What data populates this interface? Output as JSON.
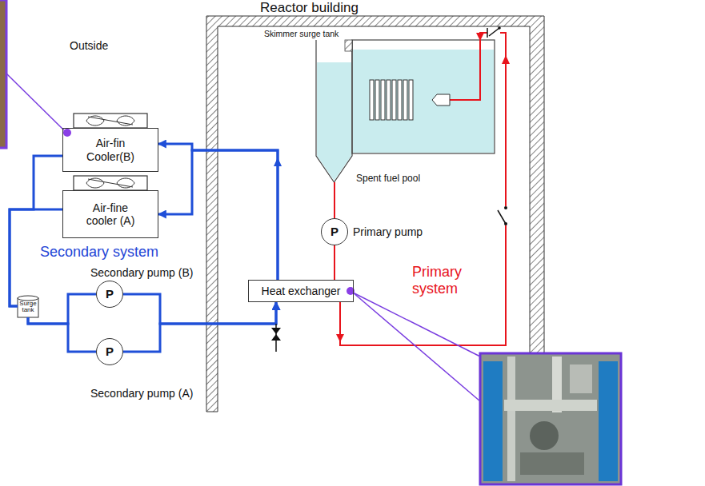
{
  "diagram": {
    "nodes": [
      {
        "text": [
          "Reactor building"
        ]
      },
      {
        "text": [
          "Air-fin Cooler(B)"
        ]
      },
      {
        "text": [
          "Skimmer surge tank"
        ],
        "in": 0
      },
      {
        "text": [
          "Spent fuel pool"
        ],
        "in": 0
      },
      {
        "text": [
          "Air-fine cooler (A)"
        ]
      },
      {
        "text": [
          "P",
          "Primary pump"
        ],
        "in": 0
      },
      {
        "text": [
          "Secondary pump (B)",
          "P"
        ]
      },
      {
        "text": [
          "Heat exchanger"
        ],
        "in": 0
      },
      {
        "text": [
          "Surge tank"
        ]
      },
      {
        "text": [
          "P",
          "Secondary pump (A)"
        ]
      }
    ],
    "edges": [
      {
        "from": 7,
        "to": 1,
        "arrow": "to"
      },
      {
        "from": 7,
        "to": 4,
        "arrow": "to"
      },
      {
        "from": 1,
        "to": 8,
        "arrow": "none"
      },
      {
        "from": 4,
        "to": 8,
        "arrow": "none"
      },
      {
        "from": 8,
        "to": 6,
        "arrow": "none"
      },
      {
        "from": 8,
        "to": 9,
        "arrow": "none"
      },
      {
        "from": 6,
        "to": 7,
        "arrow": "to"
      },
      {
        "from": 9,
        "to": 7,
        "arrow": "to"
      },
      {
        "from": 2,
        "to": 5,
        "arrow": "none"
      },
      {
        "from": 5,
        "to": 7,
        "arrow": "none"
      },
      {
        "from": 7,
        "to": 3,
        "arrow": "to"
      }
    ],
    "labels": [
      "Outside",
      "Secondary system",
      "Primary system"
    ]
  }
}
